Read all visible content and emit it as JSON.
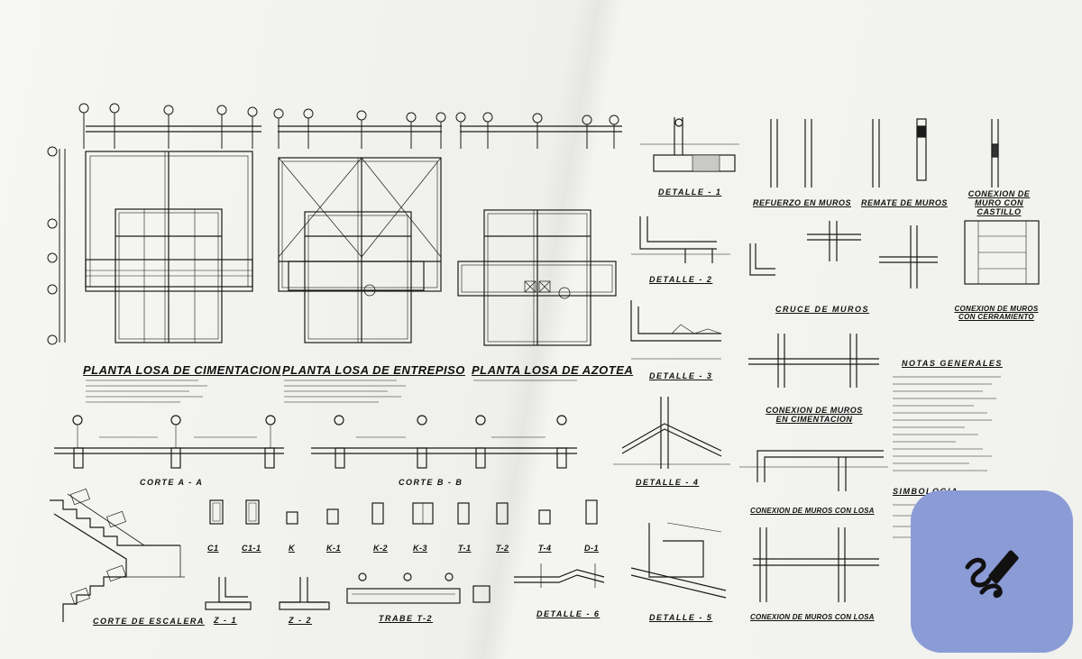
{
  "sheet": {
    "titles": {
      "plan_cimentacion": "PLANTA LOSA DE CIMENTACION",
      "plan_entrepiso": "PLANTA LOSA DE ENTREPISO",
      "plan_azotea": "PLANTA LOSA DE AZOTEA",
      "corte_a": "CORTE  A - A",
      "corte_b": "CORTE  B - B",
      "corte_escalera": "CORTE DE ESCALERA",
      "detalle_1": "DETALLE - 1",
      "detalle_2": "DETALLE - 2",
      "detalle_3": "DETALLE - 3",
      "detalle_4": "DETALLE - 4",
      "detalle_5": "DETALLE - 5",
      "detalle_6": "DETALLE - 6",
      "refuerzo_muros": "REFUERZO EN MUROS",
      "remate_muros": "REMATE DE MUROS",
      "conexion_castillo": "CONEXION DE MURO CON CASTILLO",
      "cruce_muros": "CRUCE DE MUROS",
      "conexion_cerramiento": "CONEXION DE MUROS CON CERRAMIENTO",
      "conexion_cimentacion": "CONEXION DE MUROS EN CIMENTACION",
      "conexion_losa_1": "CONEXION DE MUROS CON LOSA",
      "conexion_losa_2": "CONEXION DE MUROS CON LOSA",
      "notas_generales": "NOTAS GENERALES",
      "simbologia": "SIMBOLOGIA",
      "trabe": "TRABE T-2",
      "z1": "Z - 1",
      "z2": "Z - 2"
    },
    "column_labels": [
      "C1",
      "C1-1",
      "K",
      "K-1",
      "K-2",
      "K-3",
      "T-1",
      "T-2",
      "T-4",
      "D-1"
    ]
  },
  "fab": {
    "icon": "edit-pen-icon",
    "color": "#8a9bd6"
  }
}
